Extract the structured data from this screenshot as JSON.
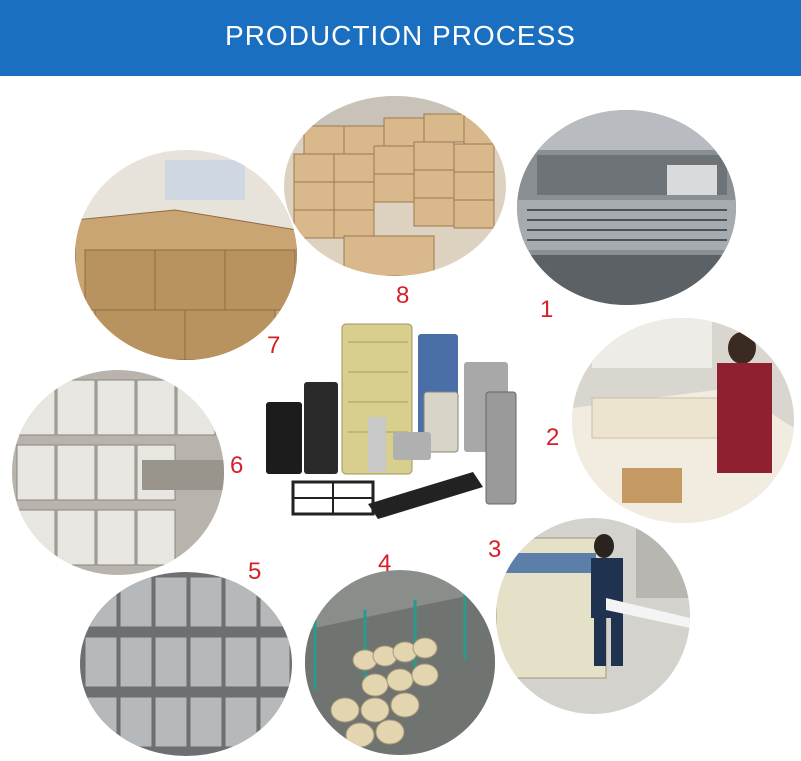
{
  "header": {
    "title": "PRODUCTION PROCESS"
  },
  "steps": [
    {
      "number": "1",
      "subject": "pleating machine"
    },
    {
      "number": "2",
      "subject": "worker cutting filter paper"
    },
    {
      "number": "3",
      "subject": "worker at processing machine"
    },
    {
      "number": "4",
      "subject": "filter end caps on rack"
    },
    {
      "number": "5",
      "subject": "metal mesh filter cores"
    },
    {
      "number": "6",
      "subject": "stacked filter elements"
    },
    {
      "number": "7",
      "subject": "empty cardboard boxes"
    },
    {
      "number": "8",
      "subject": "packed boxes in warehouse"
    }
  ],
  "colors": {
    "banner": "#1b6fc0",
    "step_number": "#d4202a"
  }
}
